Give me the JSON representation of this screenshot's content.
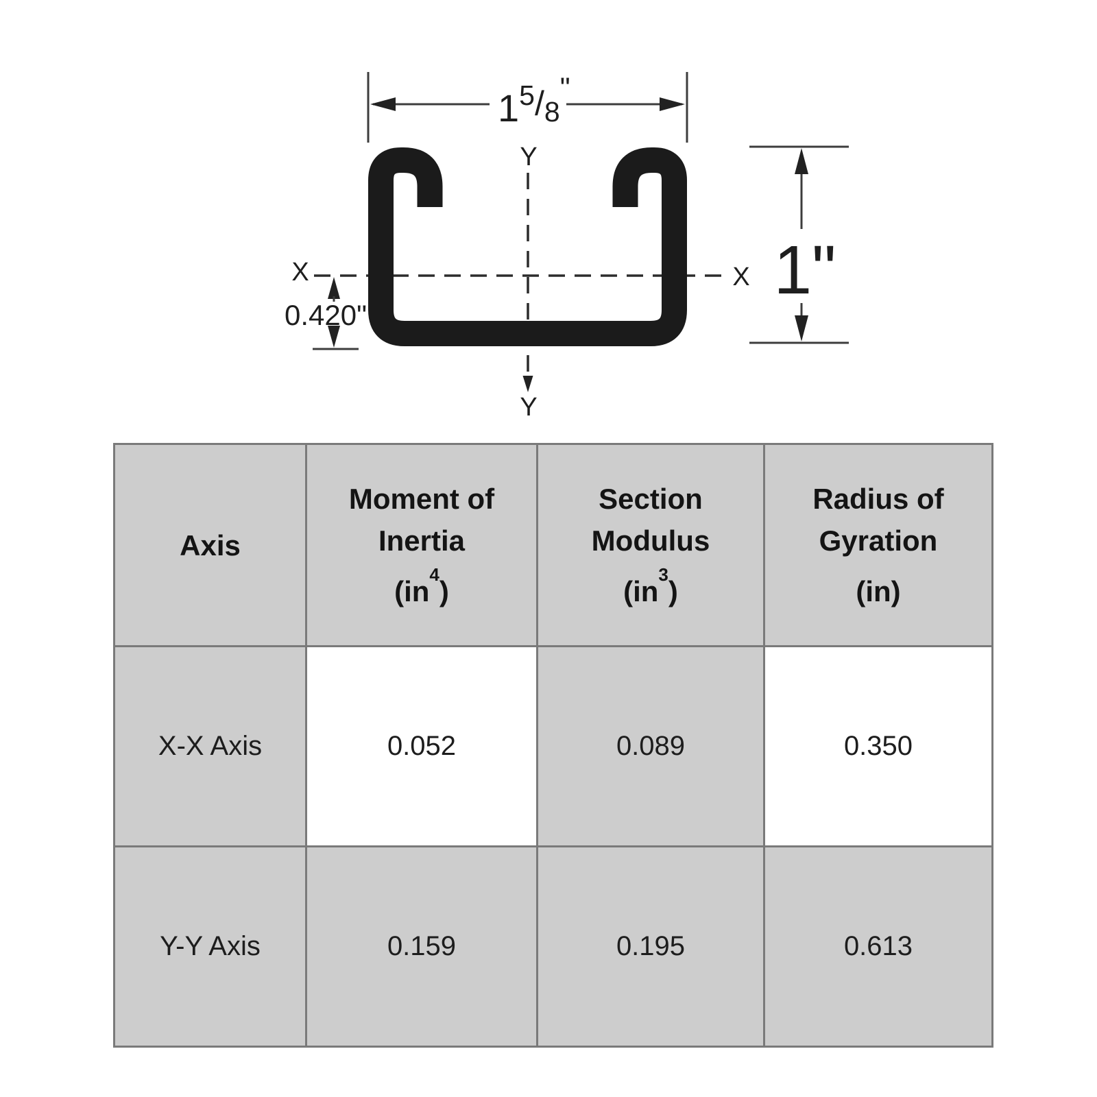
{
  "diagram": {
    "width_dimension": {
      "whole": "1",
      "numerator": "5",
      "slash": "/",
      "denominator": "8",
      "unit": "\""
    },
    "height_dimension": "1\"",
    "depth_dimension": "0.420\"",
    "axis_labels": {
      "x_left": "X",
      "x_right": "X",
      "y_top": "Y",
      "y_bottom": "Y"
    }
  },
  "table": {
    "headers": {
      "axis": {
        "label": "Axis"
      },
      "moment": {
        "line1": "Moment of",
        "line2": "Inertia",
        "unit_open": "(in",
        "unit_sup": "4",
        "unit_close": ")"
      },
      "section": {
        "line1": "Section",
        "line2": "Modulus",
        "unit_open": "(in",
        "unit_sup": "3",
        "unit_close": ")"
      },
      "radius": {
        "line1": "Radius of",
        "line2": "Gyration",
        "unit_open": "(in",
        "unit_sup": "",
        "unit_close": ")"
      }
    },
    "rows": [
      {
        "axis": "X-X Axis",
        "moment_of_inertia": "0.052",
        "section_modulus": "0.089",
        "radius_of_gyration": "0.350"
      },
      {
        "axis": "Y-Y Axis",
        "moment_of_inertia": "0.159",
        "section_modulus": "0.195",
        "radius_of_gyration": "0.613"
      }
    ]
  },
  "colors": {
    "profile_ink": "#1b1b1b",
    "dimension_line": "#3d3d3d",
    "table_border": "#7a7a7a",
    "shaded_cell": "#cdcdcd",
    "text": "#1d1d1d",
    "background": "#ffffff"
  }
}
